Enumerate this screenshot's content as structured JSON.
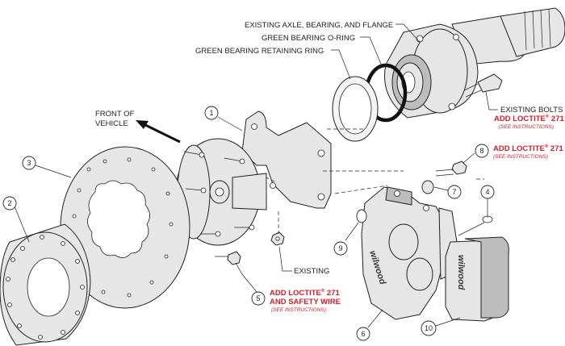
{
  "labels": {
    "axle": "EXISTING AXLE, BEARING, AND FLANGE",
    "oring": "GREEN BEARING O-RING",
    "retaining_ring": "GREEN BEARING RETAINING RING",
    "front_line1": "FRONT OF",
    "front_line2": "VEHICLE",
    "existing_bolts": "EXISTING BOLTS",
    "existing_nut": "EXISTING"
  },
  "notes": {
    "bolts_loctite": "ADD LOCTITE",
    "bolts_loctite_number": "271",
    "bolts_instructions": "(SEE INSTRUCTIONS)",
    "item8_loctite": "ADD LOCTITE",
    "item8_loctite_number": "271",
    "item8_instructions": "(SEE INSTRUCTIONS)",
    "item5_loctite": "ADD LOCTITE",
    "item5_loctite_number": "271",
    "item5_line2": "AND SAFETY WIRE",
    "item5_instructions": "(SEE INSTRUCTIONS)",
    "registered_mark": "®"
  },
  "callouts": {
    "c1": "1",
    "c2": "2",
    "c3": "3",
    "c4": "4",
    "c5": "5",
    "c6": "6",
    "c7": "7",
    "c8": "8",
    "c9": "9",
    "c10": "10"
  },
  "branding": {
    "caliper_logo": "wilwood",
    "pad_logo": "wilwood"
  },
  "colors": {
    "note_red": "#d0202a",
    "line": "#222222",
    "part_fill": "#e6e6e6"
  }
}
